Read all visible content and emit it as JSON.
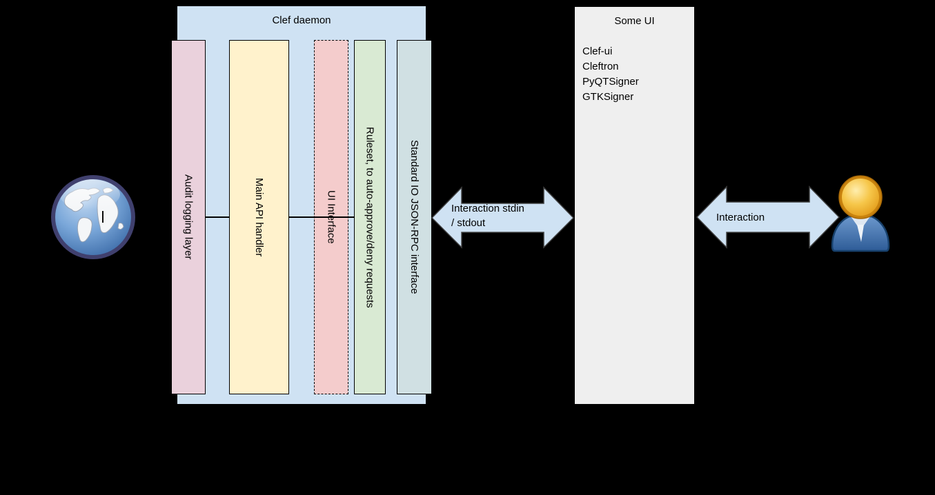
{
  "clef_daemon": {
    "title": "Clef daemon",
    "bars": [
      {
        "label": "Audit logging layer",
        "fill": "#ead1dc",
        "border": "solid"
      },
      {
        "label": "Main API handler",
        "fill": "#fff2cc",
        "border": "solid"
      },
      {
        "label": "UI Interface",
        "fill": "#f4cccc",
        "border": "dashed"
      },
      {
        "label": "Ruleset, to auto-approve/deny requests",
        "fill": "#d9ead3",
        "border": "solid"
      },
      {
        "label": "Standard IO JSON-RPC interface",
        "fill": "#d0e0e3",
        "border": "solid"
      }
    ]
  },
  "some_ui": {
    "title": "Some UI",
    "items": [
      "Clef-ui",
      "Cleftron",
      "PyQTSigner",
      "GTKSigner"
    ]
  },
  "arrows": {
    "daemon_ui": {
      "line1": "Interaction stdin",
      "line2": "/ stdout"
    },
    "ui_user": {
      "label": "Interaction"
    }
  },
  "icons": {
    "left": "globe-icon",
    "right": "user-icon"
  },
  "colors": {
    "canvas_bg": "#000000",
    "container_fill": "#cfe2f3",
    "arrow_fill": "#cfe2f3",
    "audit_fill": "#ead1dc",
    "api_fill": "#fff2cc",
    "ui_interface_fill": "#f4cccc",
    "ruleset_fill": "#d9ead3",
    "stdio_fill": "#d0e0e3",
    "some_ui_fill": "#efefef",
    "border": "#000000"
  }
}
